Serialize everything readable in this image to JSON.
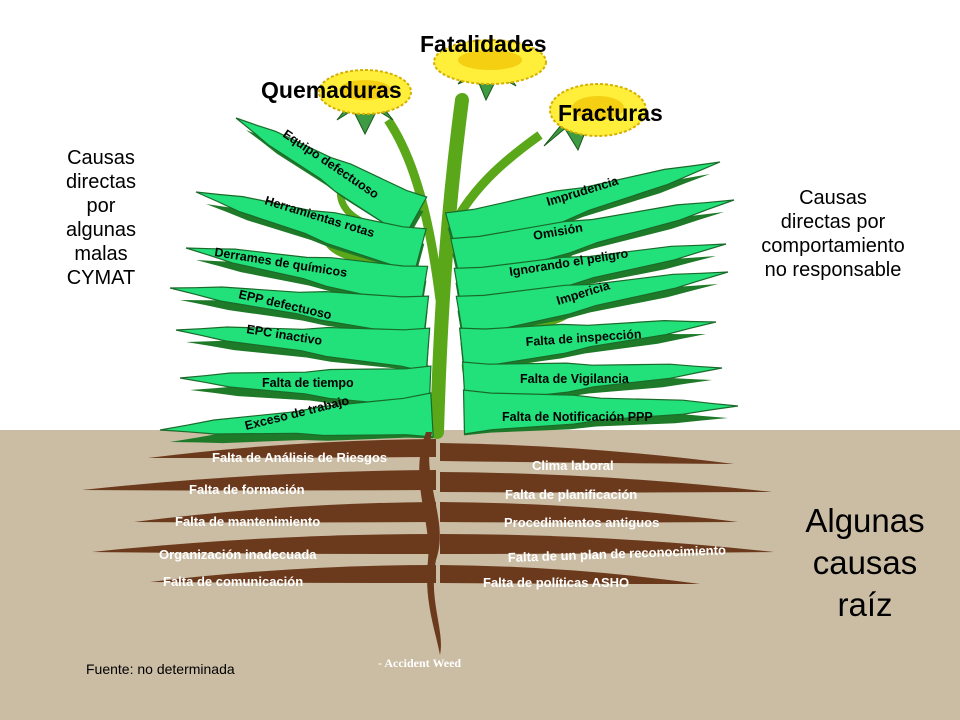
{
  "flowers": [
    {
      "label": "Fatalidades"
    },
    {
      "label": "Quemaduras"
    },
    {
      "label": "Fracturas"
    }
  ],
  "left_caption": [
    "Causas",
    "directas",
    "por",
    "algunas",
    "malas",
    "CYMAT"
  ],
  "right_caption": [
    "Causas",
    "directas por",
    "comportamiento",
    "no responsable"
  ],
  "left_leaves": [
    "Equipo defectuoso",
    "Herramientas rotas",
    "Derrames de químicos",
    "EPP  defectuoso",
    "EPC  inactivo",
    "Falta de tiempo",
    "Exceso de trabajo"
  ],
  "right_leaves": [
    "Imprudencia",
    "Omisión",
    "Ignorando el peligro",
    "Impericia",
    "Falta de  inspección",
    "Falta de  Vigilancia",
    "Falta de Notificación PPP"
  ],
  "left_roots": [
    "Falta de Análisis de Riesgos",
    "Falta de formación",
    "Falta de mantenimiento",
    "Organización  inadecuada",
    "Falta de comunicación"
  ],
  "right_roots": [
    "Clima laboral",
    "Falta de planificación",
    "Procedimientos  antiguos",
    "Falta de un plan de reconocimiento",
    "Falta de políticas ASHO"
  ],
  "root_caption": [
    "Algunas",
    "causas",
    " raíz"
  ],
  "source_note": "Fuente: no determinada",
  "credit": "- Accident  Weed",
  "colors": {
    "soil": "#cbbca4",
    "root": "#6b3a1c",
    "stem": "#5aa81a",
    "leaf": "#22e07a",
    "leaf_stroke": "#1a6a2a",
    "leaf_dark": "#1e7a28",
    "petal": "#ffef3a",
    "petal_center": "#e9b800",
    "sepal": "#3f9a44"
  }
}
